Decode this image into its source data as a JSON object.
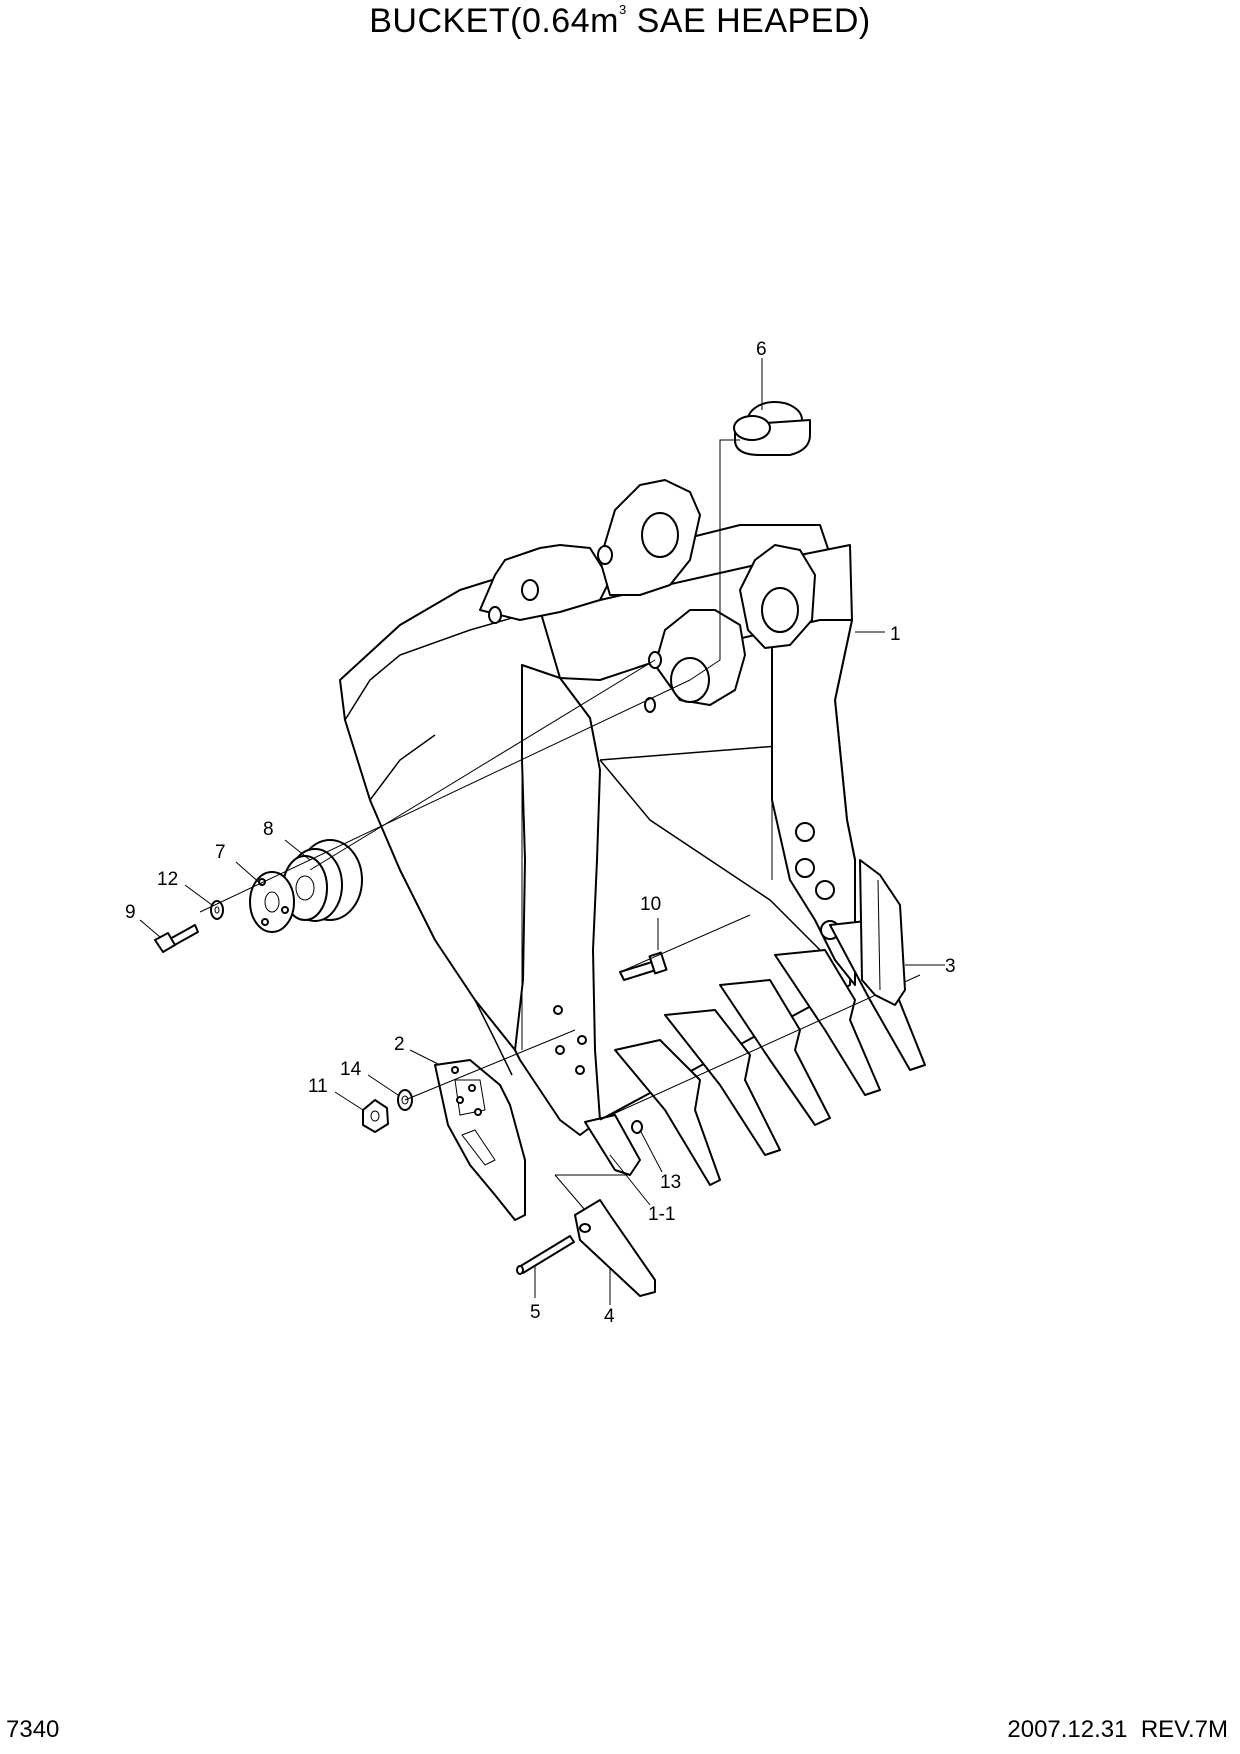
{
  "title": {
    "main": "BUCKET(0.64m",
    "superscript": "3",
    "rest": " SAE HEAPED)"
  },
  "footer": {
    "page_code": "7340",
    "date": "2007.12.31",
    "revision": "REV.7M"
  },
  "callouts": [
    "1",
    "1-1",
    "2",
    "3",
    "4",
    "5",
    "6",
    "7",
    "8",
    "9",
    "10",
    "11",
    "12",
    "13",
    "14"
  ],
  "colors": {
    "line": "#000000",
    "background": "#ffffff"
  }
}
